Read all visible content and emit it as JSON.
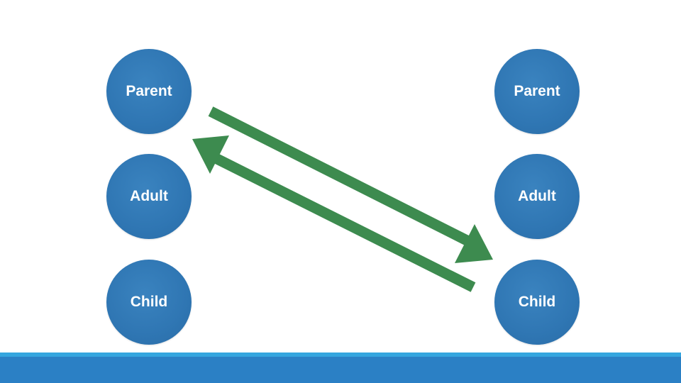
{
  "left_column": {
    "parent": "Parent",
    "adult": "Adult",
    "child": "Child"
  },
  "right_column": {
    "parent": "Parent",
    "adult": "Adult",
    "child": "Child"
  },
  "arrows": [
    {
      "from": "left_column.parent",
      "to": "right_column.child"
    },
    {
      "from": "right_column.child",
      "to": "left_column.parent"
    }
  ],
  "colors": {
    "node_fill": "#2f76b3",
    "node_text": "#ffffff",
    "arrow": "#3d8b4f",
    "footer_light": "#35a6df",
    "footer_dark": "#2b80c5",
    "background": "#ffffff"
  }
}
